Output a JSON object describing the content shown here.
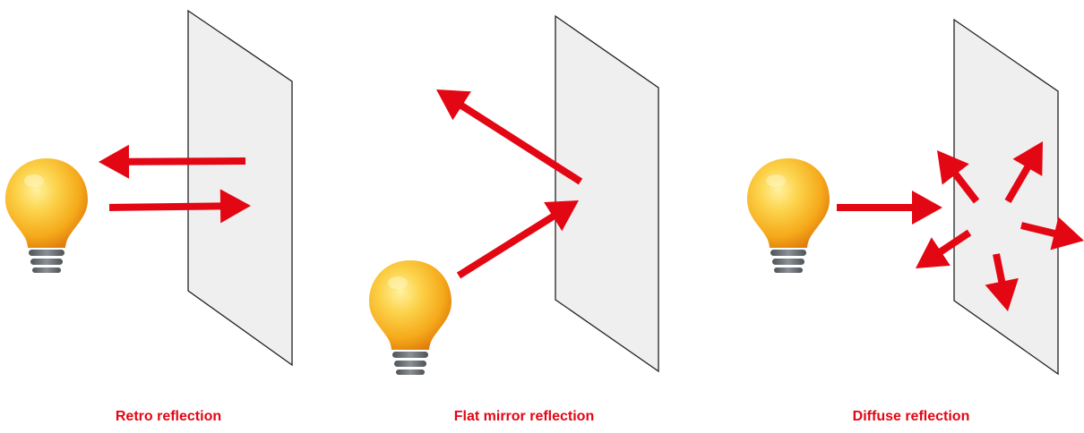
{
  "colors": {
    "arrow": "#e30613",
    "caption": "#e30613",
    "mirror_fill": "#efefef",
    "mirror_stroke": "#222222",
    "bulb_light": "#fde36a",
    "bulb_mid": "#f7b21c",
    "bulb_dark": "#e8860e",
    "bulb_base": "#6a6f74"
  },
  "icons": [
    "light-bulb-icon",
    "mirror-panel",
    "arrow"
  ],
  "panels": [
    {
      "id": "retro",
      "caption": "Retro reflection"
    },
    {
      "id": "flat",
      "caption": "Flat mirror reflection"
    },
    {
      "id": "diffuse",
      "caption": "Diffuse reflection"
    }
  ]
}
